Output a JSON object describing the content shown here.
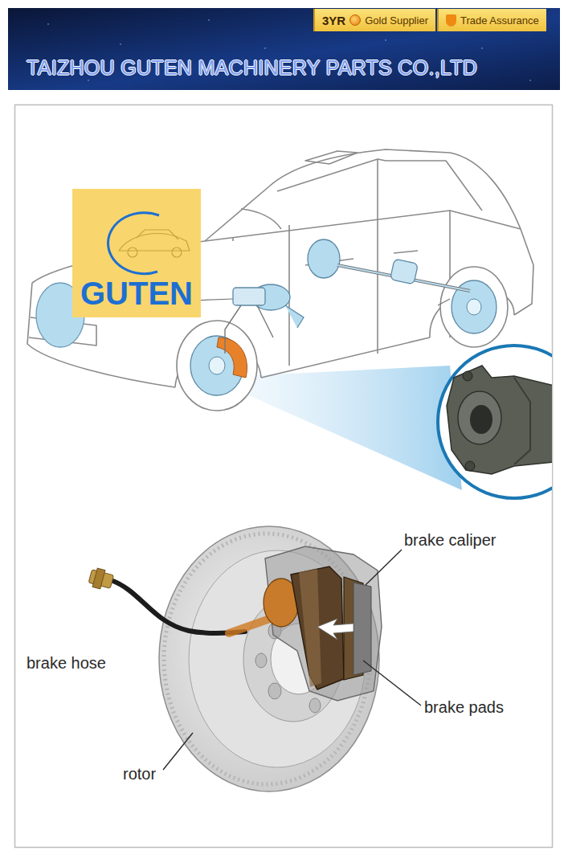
{
  "diagram": {
    "title": "TAIZHOU GUTEN MACHINERY PARTS CO.,LTD",
    "nodes": [
      {
        "text": [
          "3YR",
          "Gold Supplier"
        ]
      },
      {
        "text": [
          "Trade Assurance"
        ]
      },
      {
        "text": [
          "GUTEN"
        ]
      }
    ],
    "labels": [
      "brake caliper",
      "brake hose",
      "brake pads",
      "rotor"
    ]
  }
}
